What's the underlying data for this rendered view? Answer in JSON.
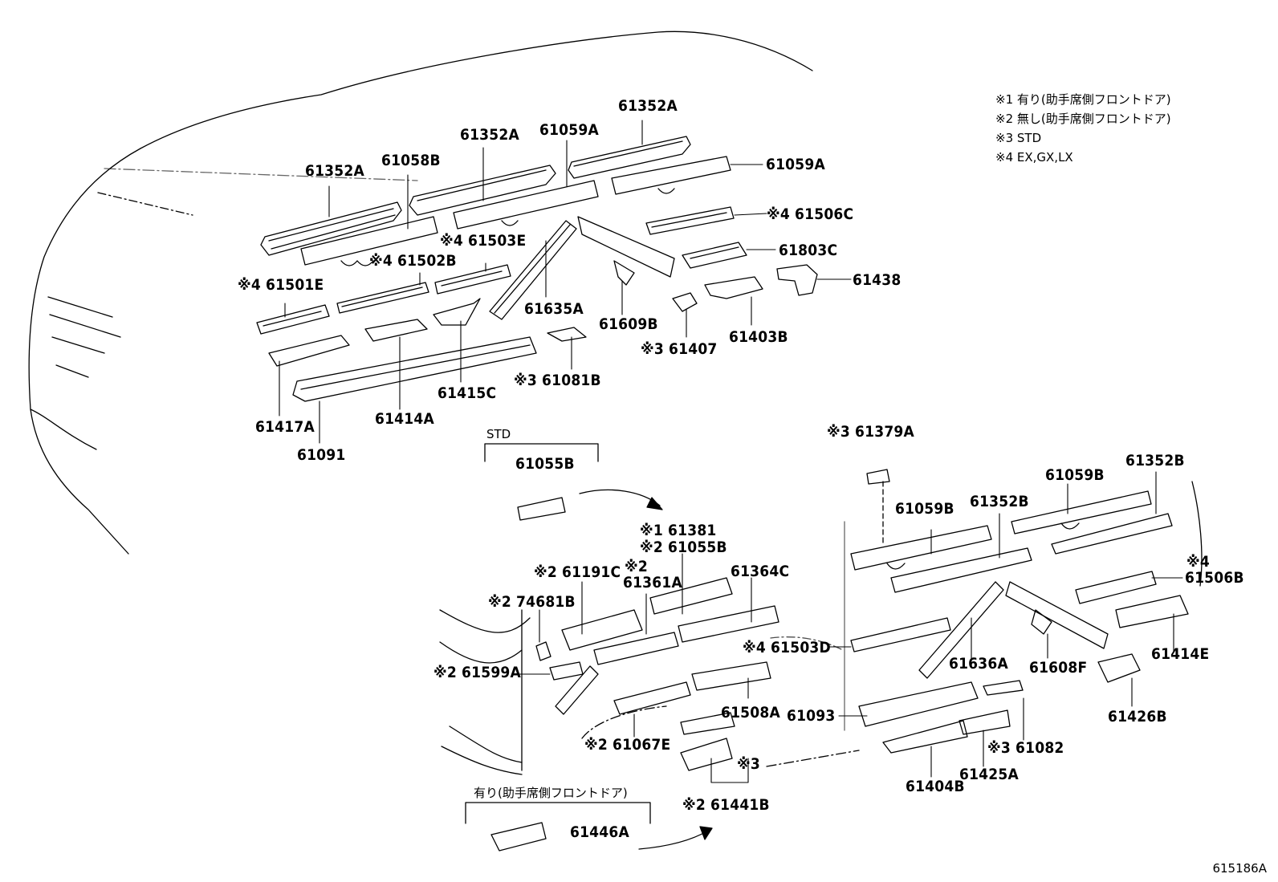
{
  "legend": [
    "※1 有り(助手席側フロントドア)",
    "※2 無し(助手席側フロントドア)",
    "※3 STD",
    "※4 EX,GX,LX"
  ],
  "group_std": {
    "title": "STD",
    "part": "61055B"
  },
  "group_door": {
    "title": "有り(助手席側フロントドア)",
    "part": "61446A"
  },
  "labels": [
    "61352A",
    "61058B",
    "61352A",
    "61059A",
    "61352A",
    "61059A",
    "※4 61506C",
    "61803C",
    "61438",
    "※4 61503E",
    "※4 61502B",
    "※4 61501E",
    "61635A",
    "61609B",
    "61403B",
    "※3 61407",
    "※3 61081B",
    "61415C",
    "61417A",
    "61414A",
    "61091",
    "※3 61379A",
    "61059B",
    "61352B",
    "61059B",
    "61352B",
    "※1 61381",
    "※2 61055B",
    "※2 61191C",
    "※2",
    "61361A",
    "61364C",
    "※2 74681B",
    "※4",
    "61506B",
    "※4 61503D",
    "61636A",
    "61608F",
    "61414E",
    "※2 61599A",
    "61508A",
    "61093",
    "61426B",
    "※2 61067E",
    "※3",
    "※3 61082",
    "61404B",
    "61425A",
    "※2 61441B"
  ],
  "diagram_code": "615186A"
}
